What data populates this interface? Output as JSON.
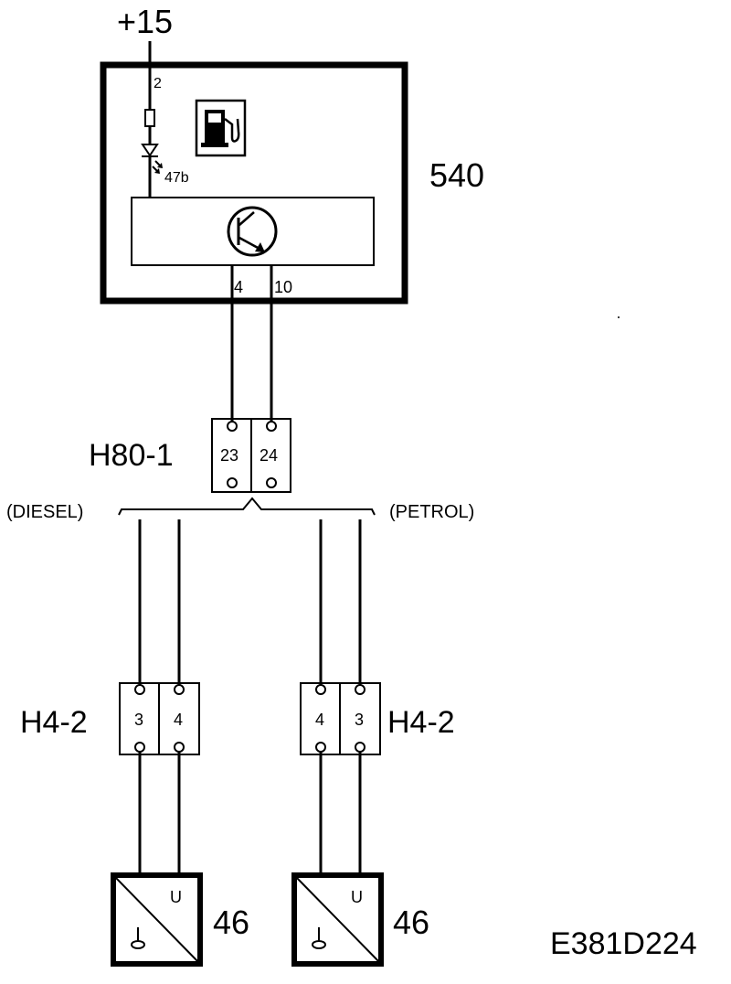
{
  "supply": {
    "label": "+15"
  },
  "module": {
    "number": "540",
    "supply_pin": "2",
    "lamp_terminal": "47b",
    "output_pins": [
      "4",
      "10"
    ],
    "icon": "fuel-pump-icon"
  },
  "connector_main": {
    "label": "H80-1",
    "pins": [
      "23",
      "24"
    ]
  },
  "variants": {
    "left": "(DIESEL)",
    "right": "(PETROL)"
  },
  "connector_left": {
    "label": "H4-2",
    "pins": [
      "3",
      "4"
    ]
  },
  "connector_right": {
    "label": "H4-2",
    "pins": [
      "4",
      "3"
    ]
  },
  "sender_left": {
    "number": "46",
    "terminal": "U"
  },
  "sender_right": {
    "number": "46",
    "terminal": "U"
  },
  "drawing_id": "E381D224"
}
